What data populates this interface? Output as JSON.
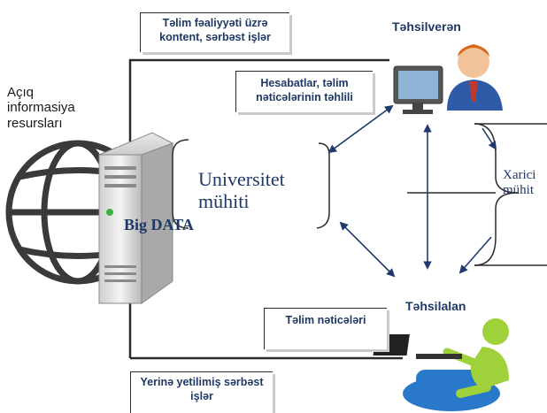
{
  "nodes": {
    "open_resources": "Açıq informasiya resursları",
    "big_data": "Big DATA",
    "university_env": "Universitet mühiti",
    "external_env": "Xarici mühit",
    "teacher": "Təhsilverən",
    "student": "Təhsilalan"
  },
  "callouts": {
    "content": "Təlim fəaliyyəti üzrə kontent, sərbəst işlər",
    "reports": "Hesabatlar, təlim nəticələrinin təhlili",
    "results": "Təlim nəticələri",
    "completed": "Yerinə yetilimiş sərbəst işlər"
  },
  "colors": {
    "line": "#2b2b2b",
    "arrow": "#1f3a6e",
    "text": "#1f3864",
    "globe": "#3a3a3a"
  }
}
